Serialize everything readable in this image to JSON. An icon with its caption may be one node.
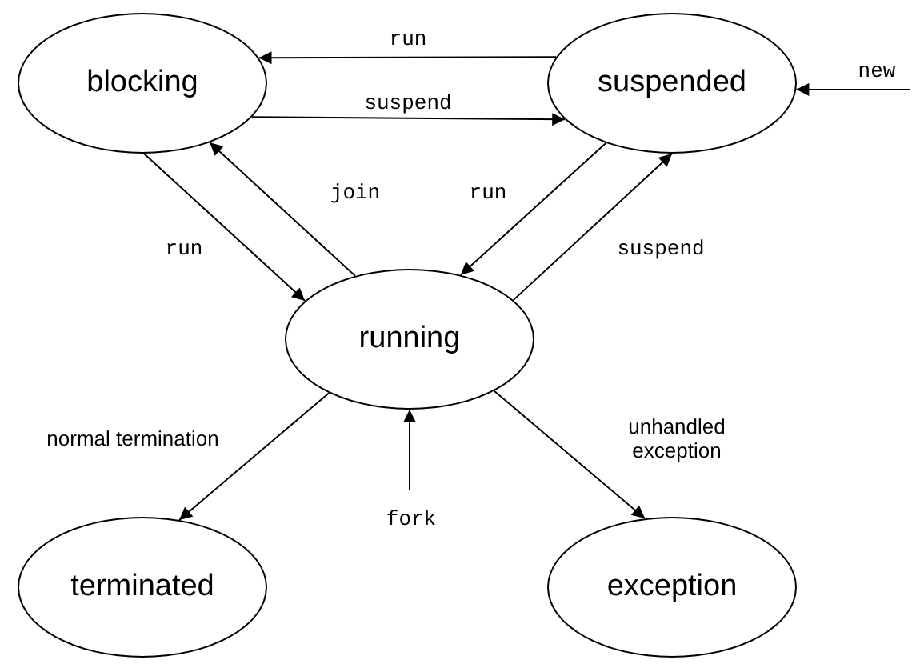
{
  "diagram": {
    "nodes": [
      {
        "text": [
          "blocking"
        ]
      },
      {
        "text": [
          "suspended"
        ]
      },
      {
        "text": [
          "running"
        ]
      },
      {
        "text": [
          "terminated"
        ]
      },
      {
        "text": [
          "exception"
        ]
      }
    ],
    "edges": [
      {
        "from": 1,
        "to": 0,
        "arrow": "to",
        "label": "run"
      },
      {
        "from": 0,
        "to": 1,
        "arrow": "to",
        "label": "suspend"
      },
      {
        "from": 2,
        "to": 0,
        "arrow": "to",
        "label": "join"
      },
      {
        "from": 0,
        "to": 2,
        "arrow": "to",
        "label": "run"
      },
      {
        "from": 1,
        "to": 2,
        "arrow": "to",
        "label": "run"
      },
      {
        "from": 2,
        "to": 1,
        "arrow": "to",
        "label": "suspend"
      },
      {
        "from": null,
        "to": 1,
        "arrow": "to",
        "label": "new"
      },
      {
        "from": 2,
        "to": 3,
        "arrow": "to",
        "label": "normal termination"
      },
      {
        "from": 2,
        "to": 4,
        "arrow": "to",
        "label": "unhandled exception"
      },
      {
        "from": null,
        "to": 2,
        "arrow": "to",
        "label": "fork"
      }
    ]
  }
}
